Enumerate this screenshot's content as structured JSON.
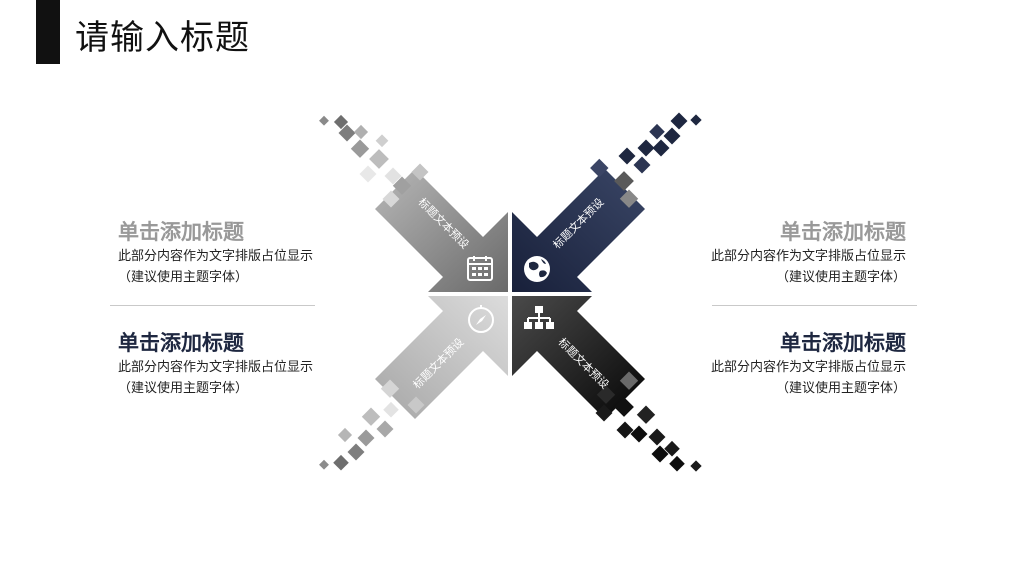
{
  "title": "请输入标题",
  "colors": {
    "accent_dark": "#1e2740",
    "accent_black": "#101010",
    "accent_gray": "#8a8a8a",
    "heading_gray": "#999999"
  },
  "arrows": [
    {
      "label": "标题文本预设",
      "icon": "calendar-icon"
    },
    {
      "label": "标题文本预设",
      "icon": "globe-icon"
    },
    {
      "label": "标题文本预设",
      "icon": "compass-icon"
    },
    {
      "label": "标题文本预设",
      "icon": "org-chart-icon"
    }
  ],
  "blocks": [
    {
      "heading": "单击添加标题",
      "line1": "此部分内容作为文字排版占位显示",
      "line2": "（建议使用主题字体）"
    },
    {
      "heading": "单击添加标题",
      "line1": "此部分内容作为文字排版占位显示",
      "line2": "（建议使用主题字体）"
    },
    {
      "heading": "单击添加标题",
      "line1": "此部分内容作为文字排版占位显示",
      "line2": "（建议使用主题字体）"
    },
    {
      "heading": "单击添加标题",
      "line1": "此部分内容作为文字排版占位显示",
      "line2": "（建议使用主题字体）"
    }
  ]
}
